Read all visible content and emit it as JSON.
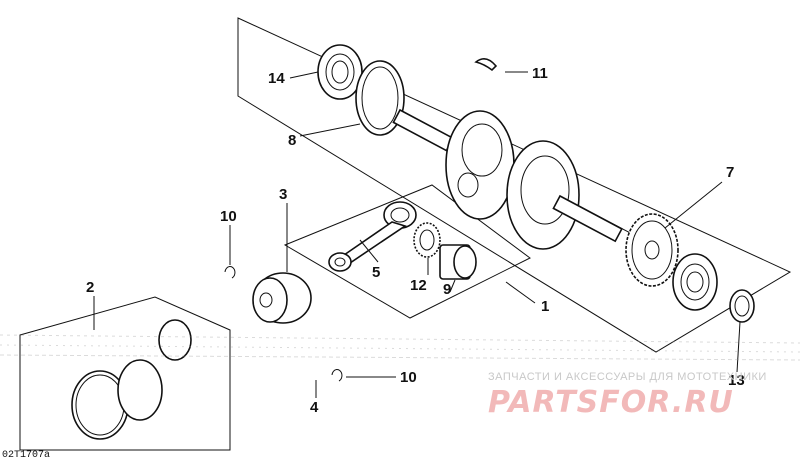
{
  "callouts": [
    "14",
    "11",
    "8",
    "3",
    "7",
    "10",
    "5",
    "12",
    "9",
    "2",
    "1",
    "13",
    "10",
    "4"
  ],
  "reference_code": "02T1707a",
  "watermark": {
    "subtitle": "ЗАПЧАСТИ И АКСЕССУАРЫ ДЛЯ МОТОТЕХНИКИ",
    "brand": "PARTSFOR.RU",
    "brand_color": "#e05050"
  },
  "icons": [
    "bearing-icon",
    "seal-ring-icon",
    "crankshaft-icon",
    "piston-icon",
    "connecting-rod-icon",
    "needle-bearing-icon",
    "piston-pin-icon",
    "gear-icon",
    "oil-seal-icon",
    "key-icon",
    "circlip-icon",
    "piston-ring-icon"
  ]
}
